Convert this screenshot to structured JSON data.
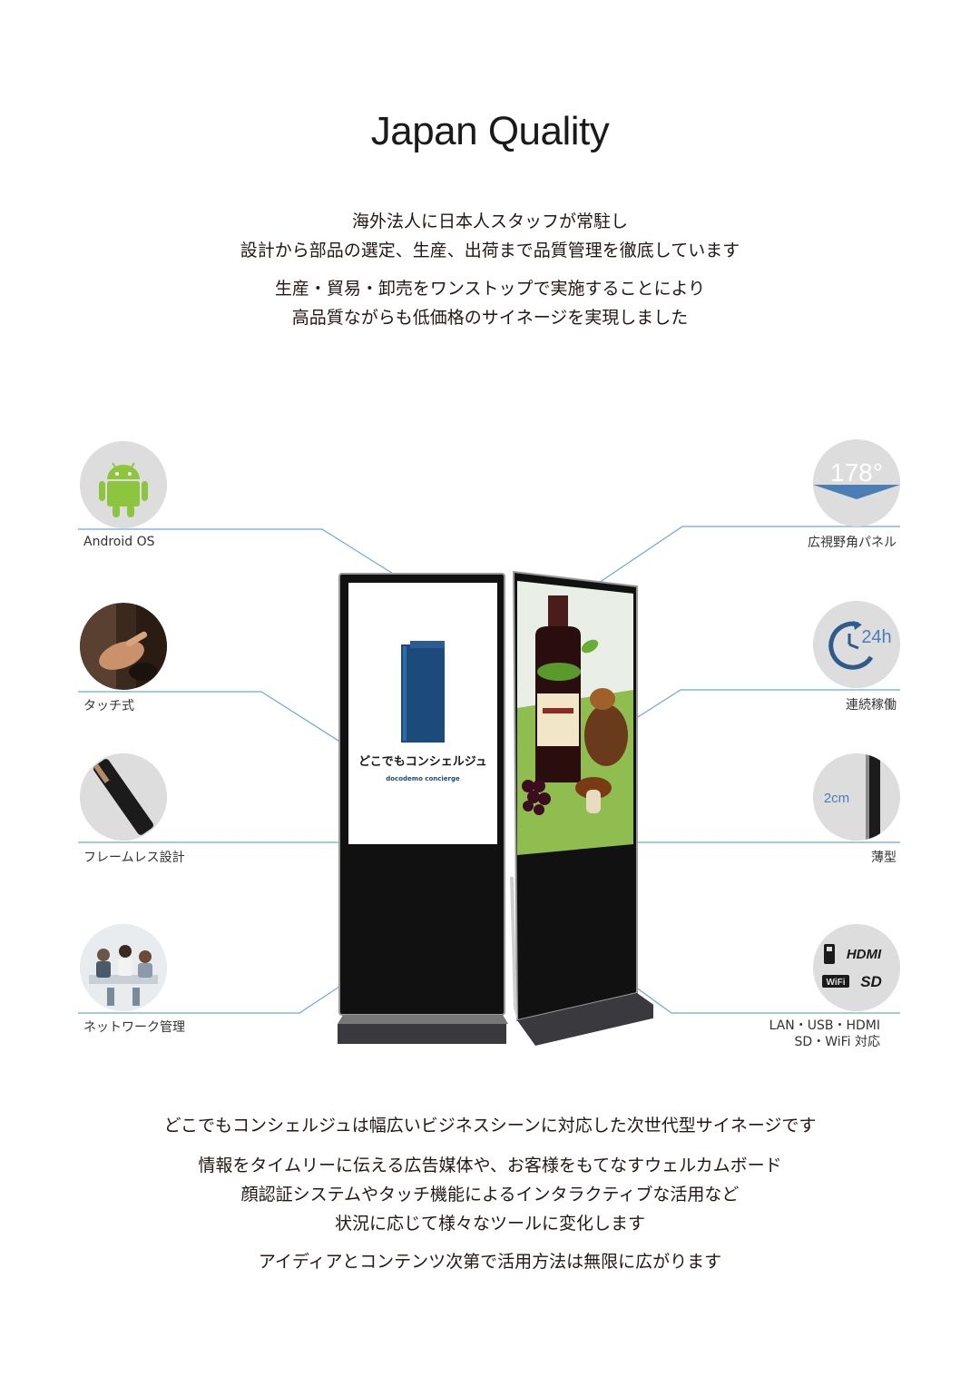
{
  "title": "Japan Quality",
  "intro": {
    "block1": [
      "海外法人に日本人スタッフが常駐し",
      "設計から部品の選定、生産、出荷まで品質管理を徹底しています"
    ],
    "block2": [
      "生産・貿易・卸売をワンストップで実施することにより",
      "高品質ながらも低価格のサイネージを実現しました"
    ]
  },
  "features_left": [
    {
      "label": "Android OS",
      "icon": "android-icon"
    },
    {
      "label": "タッチ式",
      "icon": "touch-photo"
    },
    {
      "label": "フレームレス設計",
      "icon": "frameless-edge-photo"
    },
    {
      "label": "ネットワーク管理",
      "icon": "network-meeting-photo"
    }
  ],
  "features_right": [
    {
      "label": "広視野角パネル",
      "icon": "viewing-angle-icon",
      "icon_text": "178°"
    },
    {
      "label": "連続稼働",
      "icon": "clock-24h-icon",
      "icon_text": "24h"
    },
    {
      "label": "薄型",
      "icon": "thin-profile-icon",
      "icon_text": "2cm"
    },
    {
      "label_lines": [
        "LAN・USB・HDMI",
        "SD・WiFi 対応"
      ],
      "icon": "ports-icon",
      "icon_text": [
        "HDMI",
        "WiFi",
        "SD"
      ]
    }
  ],
  "signage": {
    "brand_jp": "どこでもコンシェルジュ",
    "brand_en": "docodemo concierge"
  },
  "outro": {
    "block1": [
      "どこでもコンシェルジュは幅広いビジネスシーンに対応した次世代型サイネージです"
    ],
    "block2": [
      "情報をタイムリーに伝える広告媒体や、お客様をもてなすウェルカムボード",
      "顔認証システムやタッチ機能によるインタラクティブな活用など",
      "状況に応じて様々なツールに変化します"
    ],
    "block3": [
      "アイディアとコンテンツ次第で活用方法は無限に広がります"
    ]
  },
  "colors": {
    "guide_line": "#6fa8d6",
    "android_green": "#8cc63f",
    "accent_blue": "#4a7fb5"
  }
}
